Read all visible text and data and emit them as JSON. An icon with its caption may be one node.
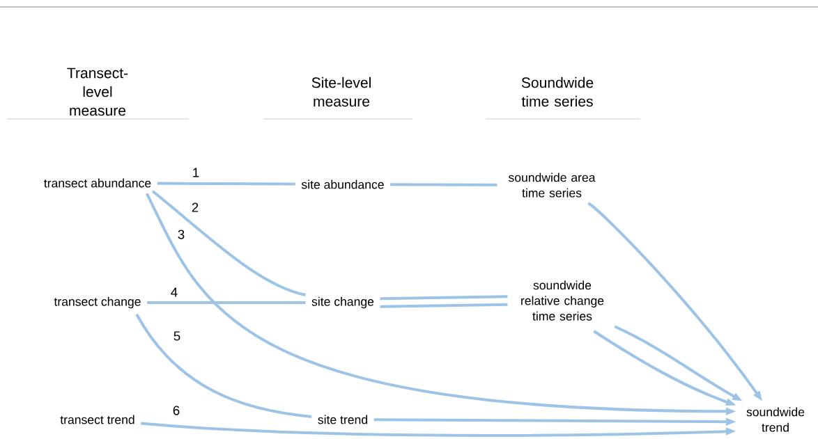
{
  "diagram": {
    "nodes": [
      {
        "text": [
          "transect abundance"
        ]
      },
      {
        "text": [
          "site abundance"
        ]
      },
      {
        "text": [
          "soundwide area time series"
        ]
      },
      {
        "text": [
          "transect change"
        ]
      },
      {
        "text": [
          "site change"
        ]
      },
      {
        "text": [
          "soundwide relative change time series"
        ]
      },
      {
        "text": [
          "transect trend"
        ]
      },
      {
        "text": [
          "site trend"
        ]
      },
      {
        "text": [
          "soundwide trend"
        ]
      }
    ],
    "edges": [
      {
        "from": 0,
        "to": 1,
        "arrow": "none",
        "label": "1"
      },
      {
        "from": 1,
        "to": 2,
        "arrow": "none"
      },
      {
        "from": 2,
        "to": 8,
        "arrow": "to"
      },
      {
        "from": 0,
        "to": 4,
        "arrow": "none",
        "label": "2"
      },
      {
        "from": 0,
        "to": 8,
        "arrow": "to",
        "label": "3"
      },
      {
        "from": 3,
        "to": 4,
        "arrow": "none",
        "label": "4"
      },
      {
        "from": 4,
        "to": 5,
        "arrow": "none"
      },
      {
        "from": 4,
        "to": 5,
        "arrow": "none"
      },
      {
        "from": 5,
        "to": 8,
        "arrow": "to"
      },
      {
        "from": 5,
        "to": 8,
        "arrow": "to"
      },
      {
        "from": 3,
        "to": 7,
        "arrow": "none",
        "label": "5"
      },
      {
        "from": 7,
        "to": 8,
        "arrow": "to"
      },
      {
        "from": 6,
        "to": 8,
        "arrow": "to",
        "label": "6"
      }
    ],
    "labels": [
      "Transect-level measure",
      "Site-level measure",
      "Soundwide time series"
    ]
  }
}
